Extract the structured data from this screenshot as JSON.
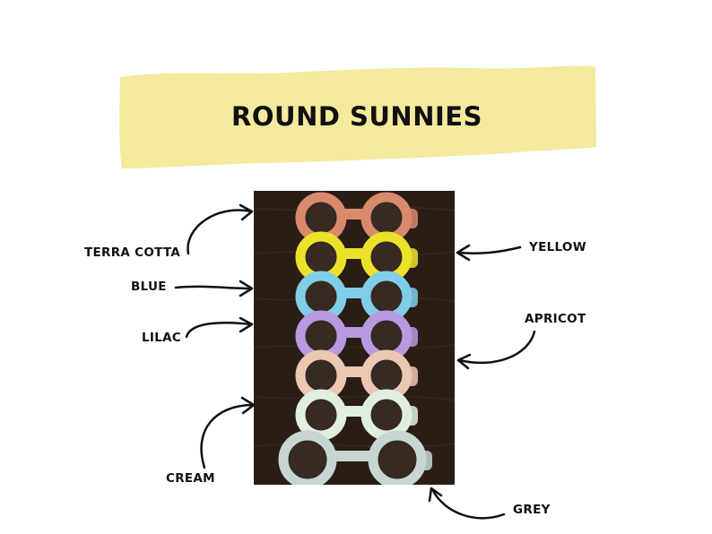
{
  "title": "ROUND SUNNIES",
  "colors": {
    "banner": "#f3ea9e",
    "background_wood": "#2a1d15",
    "ink": "#111111"
  },
  "labels": {
    "terra_cotta": "TERRA COTTA",
    "blue": "BLUE",
    "lilac": "LILAC",
    "cream": "CREAM",
    "yellow": "YELLOW",
    "apricot": "APRICOT",
    "grey": "GREY"
  },
  "sunglasses": [
    {
      "name": "terra-cotta",
      "color": "#d98a6c"
    },
    {
      "name": "yellow",
      "color": "#ece22a"
    },
    {
      "name": "blue",
      "color": "#7fcde6"
    },
    {
      "name": "lilac",
      "color": "#b79ae0"
    },
    {
      "name": "apricot",
      "color": "#ebc7b4"
    },
    {
      "name": "cream",
      "color": "#dfeee0"
    },
    {
      "name": "grey",
      "color": "#c7d6d3"
    }
  ]
}
